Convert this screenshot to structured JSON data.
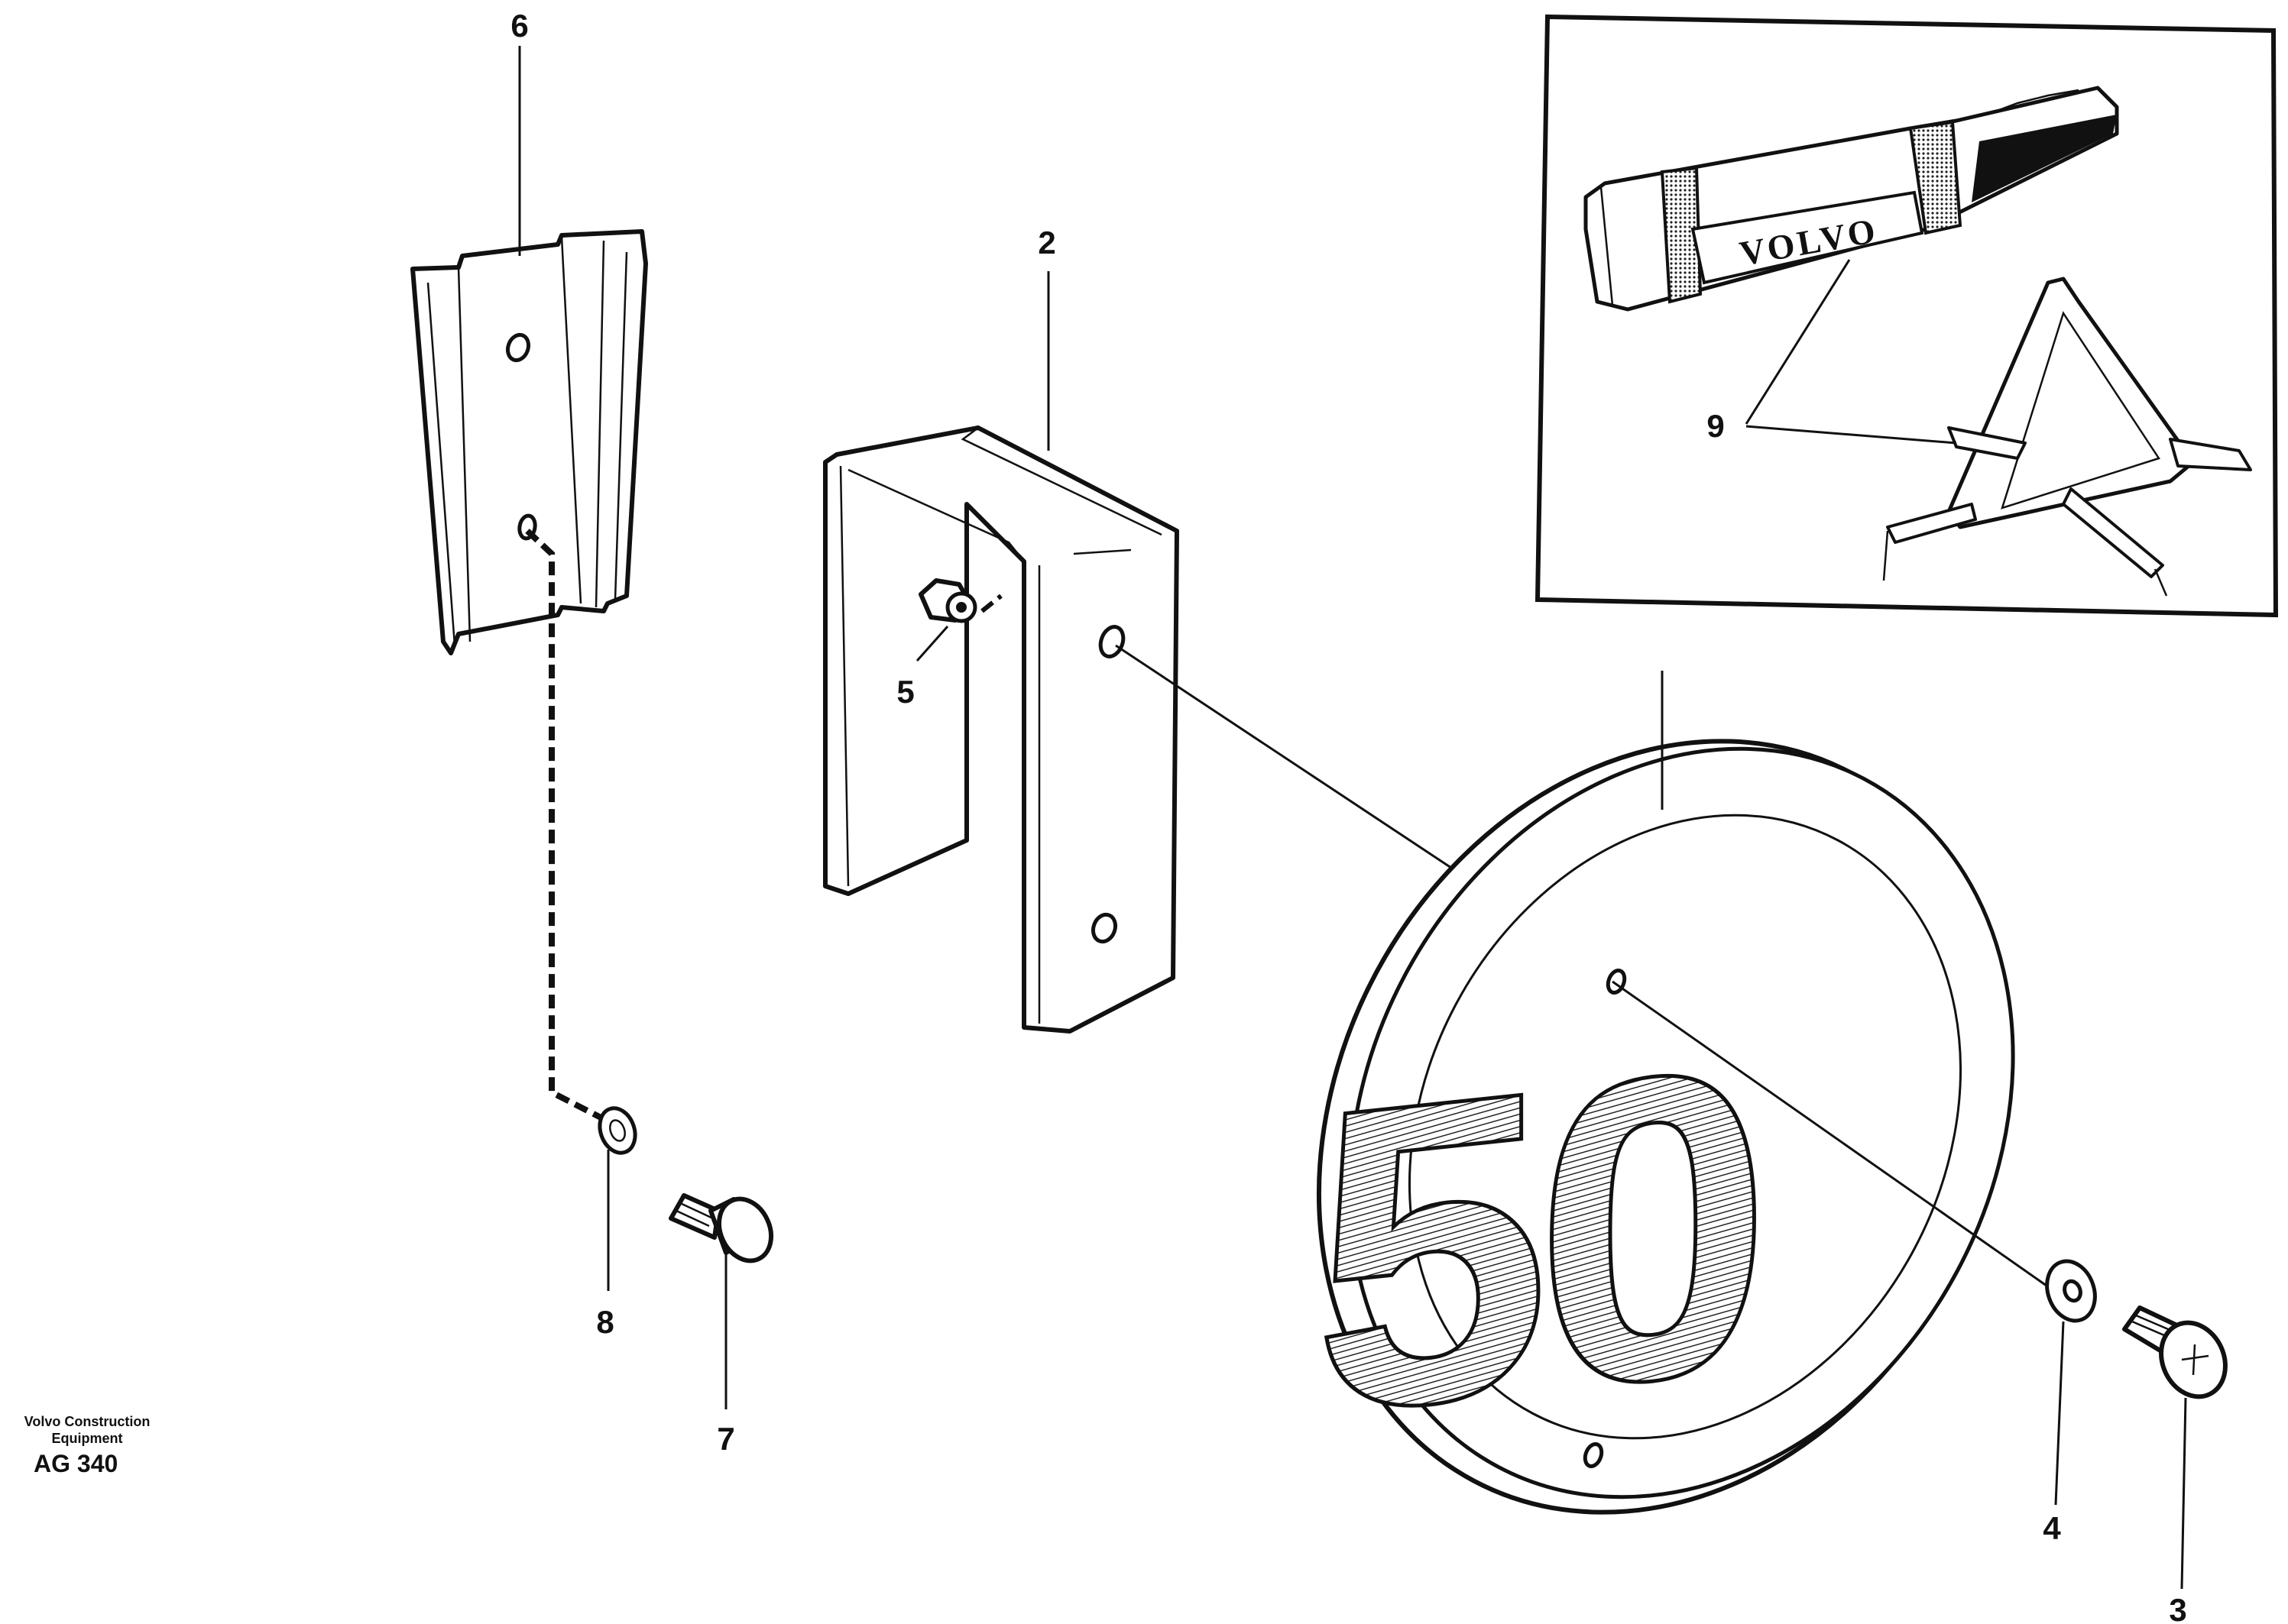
{
  "callouts": {
    "c6": "6",
    "c2": "2",
    "c5": "5",
    "c9": "9",
    "c8": "8",
    "c7": "7",
    "c4": "4",
    "c3": "3"
  },
  "sign": {
    "speed_text": "50"
  },
  "inset": {
    "brand_text": "VOLVO"
  },
  "footer": {
    "company_line1": "Volvo Construction",
    "company_line2": "Equipment",
    "drawing_code": "AG 340"
  }
}
